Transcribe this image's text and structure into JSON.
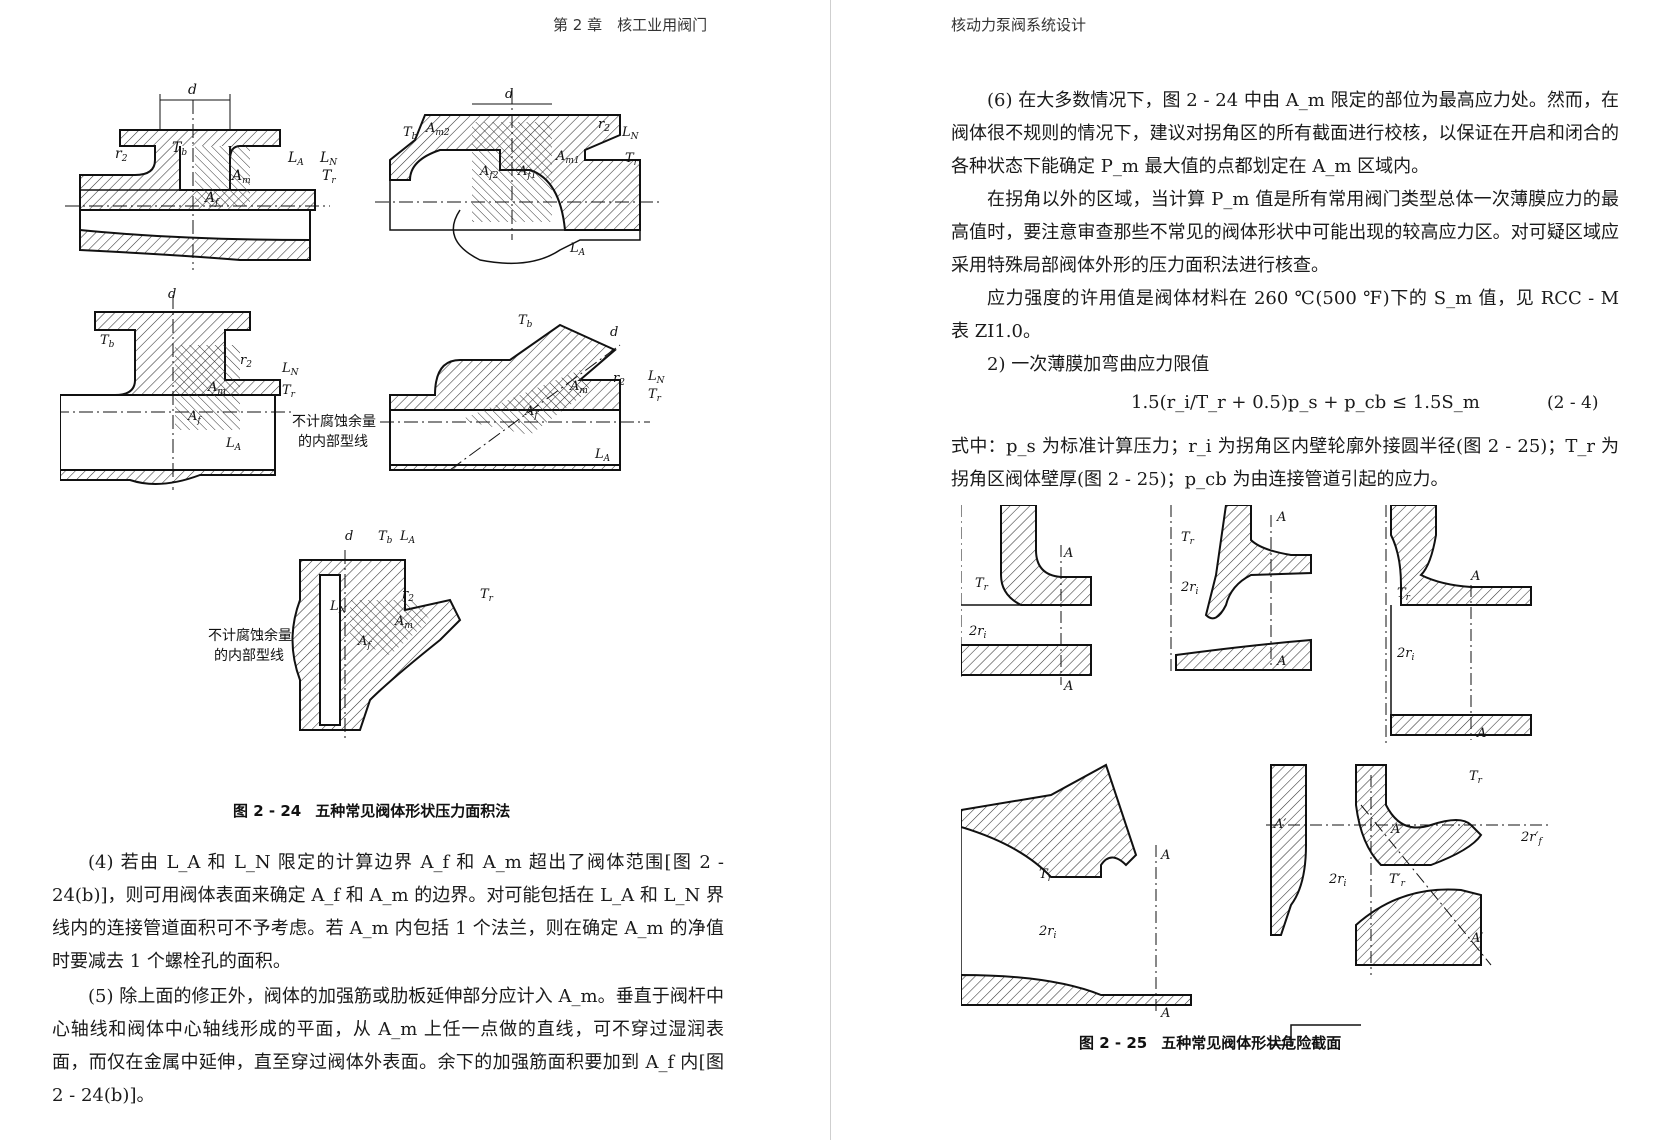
{
  "left_page": {
    "running_head": "第 2 章　核工业用阀门",
    "figure_2_24": {
      "labels": {
        "d": "d",
        "Tb": "T",
        "Tb_sub": "b",
        "Tr": "T",
        "Tr_sub": "r",
        "LA": "L",
        "LA_sub": "A",
        "LN": "L",
        "LN_sub": "N",
        "r2": "r",
        "r2_sub": "2",
        "Am": "A",
        "Am_sub": "m",
        "Af": "A",
        "Af_sub": "f",
        "Am1": "A",
        "Am1_sub": "m1",
        "Am2": "A",
        "Am2_sub": "m2",
        "Af1": "A",
        "Af1_sub": "f1",
        "Af2": "A",
        "Af2_sub": "f2"
      },
      "note_line1": "不计腐蚀余量",
      "note_line2": "的内部型线",
      "caption_num": "图 2 - 24",
      "caption_text": "五种常见阀体形状压力面积法"
    },
    "paragraphs": [
      "(4) 若由 L_A 和 L_N 限定的计算边界 A_f 和 A_m 超出了阀体范围[图 2 - 24(b)]，则可用阀体表面来确定 A_f 和 A_m 的边界。对可能包括在 L_A 和 L_N 界线内的连接管道面积可不予考虑。若 A_m 内包括 1 个法兰，则在确定 A_m 的净值时要减去 1 个螺栓孔的面积。",
      "(5) 除上面的修正外，阀体的加强筋或肋板延伸部分应计入 A_m。垂直于阀杆中心轴线和阀体中心轴线形成的平面，从 A_m 上任一点做的直线，可不穿过湿润表面，而仅在金属中延伸，直至穿过阀体外表面。余下的加强筋面积要加到 A_f 内[图 2 - 24(b)]。"
    ]
  },
  "right_page": {
    "running_head": "核动力泵阀系统设计",
    "paragraphs": [
      "(6) 在大多数情况下，图 2 - 24 中由 A_m 限定的部位为最高应力处。然而，在阀体很不规则的情况下，建议对拐角区的所有截面进行校核，以保证在开启和闭合的各种状态下能确定 P_m 最大值的点都划定在 A_m 区域内。",
      "在拐角以外的区域，当计算 P_m 值是所有常用阀门类型总体一次薄膜应力的最高值时，要注意审查那些不常见的阀体形状中可能出现的较高应力区。对可疑区域应采用特殊局部阀体外形的压力面积法进行核查。",
      "应力强度的许用值是阀体材料在 260 ℃(500 ℉)下的 S_m 值，见 RCC - M 表 ZI1.0。",
      "2) 一次薄膜加弯曲应力限值"
    ],
    "equation": "1.5(r_i/T_r + 0.5)p_s + p_cb ≤ 1.5S_m",
    "equation_number": "(2 - 4)",
    "where_text": "式中：p_s 为标准计算压力；r_i 为拐角区内壁轮廓外接圆半径(图 2 - 25)；T_r 为拐角区阀体壁厚(图 2 - 25)；p_cb 为由连接管道引起的应力。",
    "figure_2_25": {
      "labels": {
        "A": "A",
        "A_prime": "A′",
        "Tr": "T",
        "Tr_sub": "r",
        "Tr_prime": "T′",
        "Tr_prime_sub": "r",
        "two_ri": "2r",
        "two_ri_sub": "i",
        "two_rf": "2r′",
        "two_rf_sub": "f"
      },
      "caption_num": "图 2 - 25",
      "caption_text": "五种常见阀体形状危险截面"
    }
  },
  "colors": {
    "ink": "#1a1a1a",
    "hatch": "#333333",
    "gutter": "#cfcfcf"
  }
}
